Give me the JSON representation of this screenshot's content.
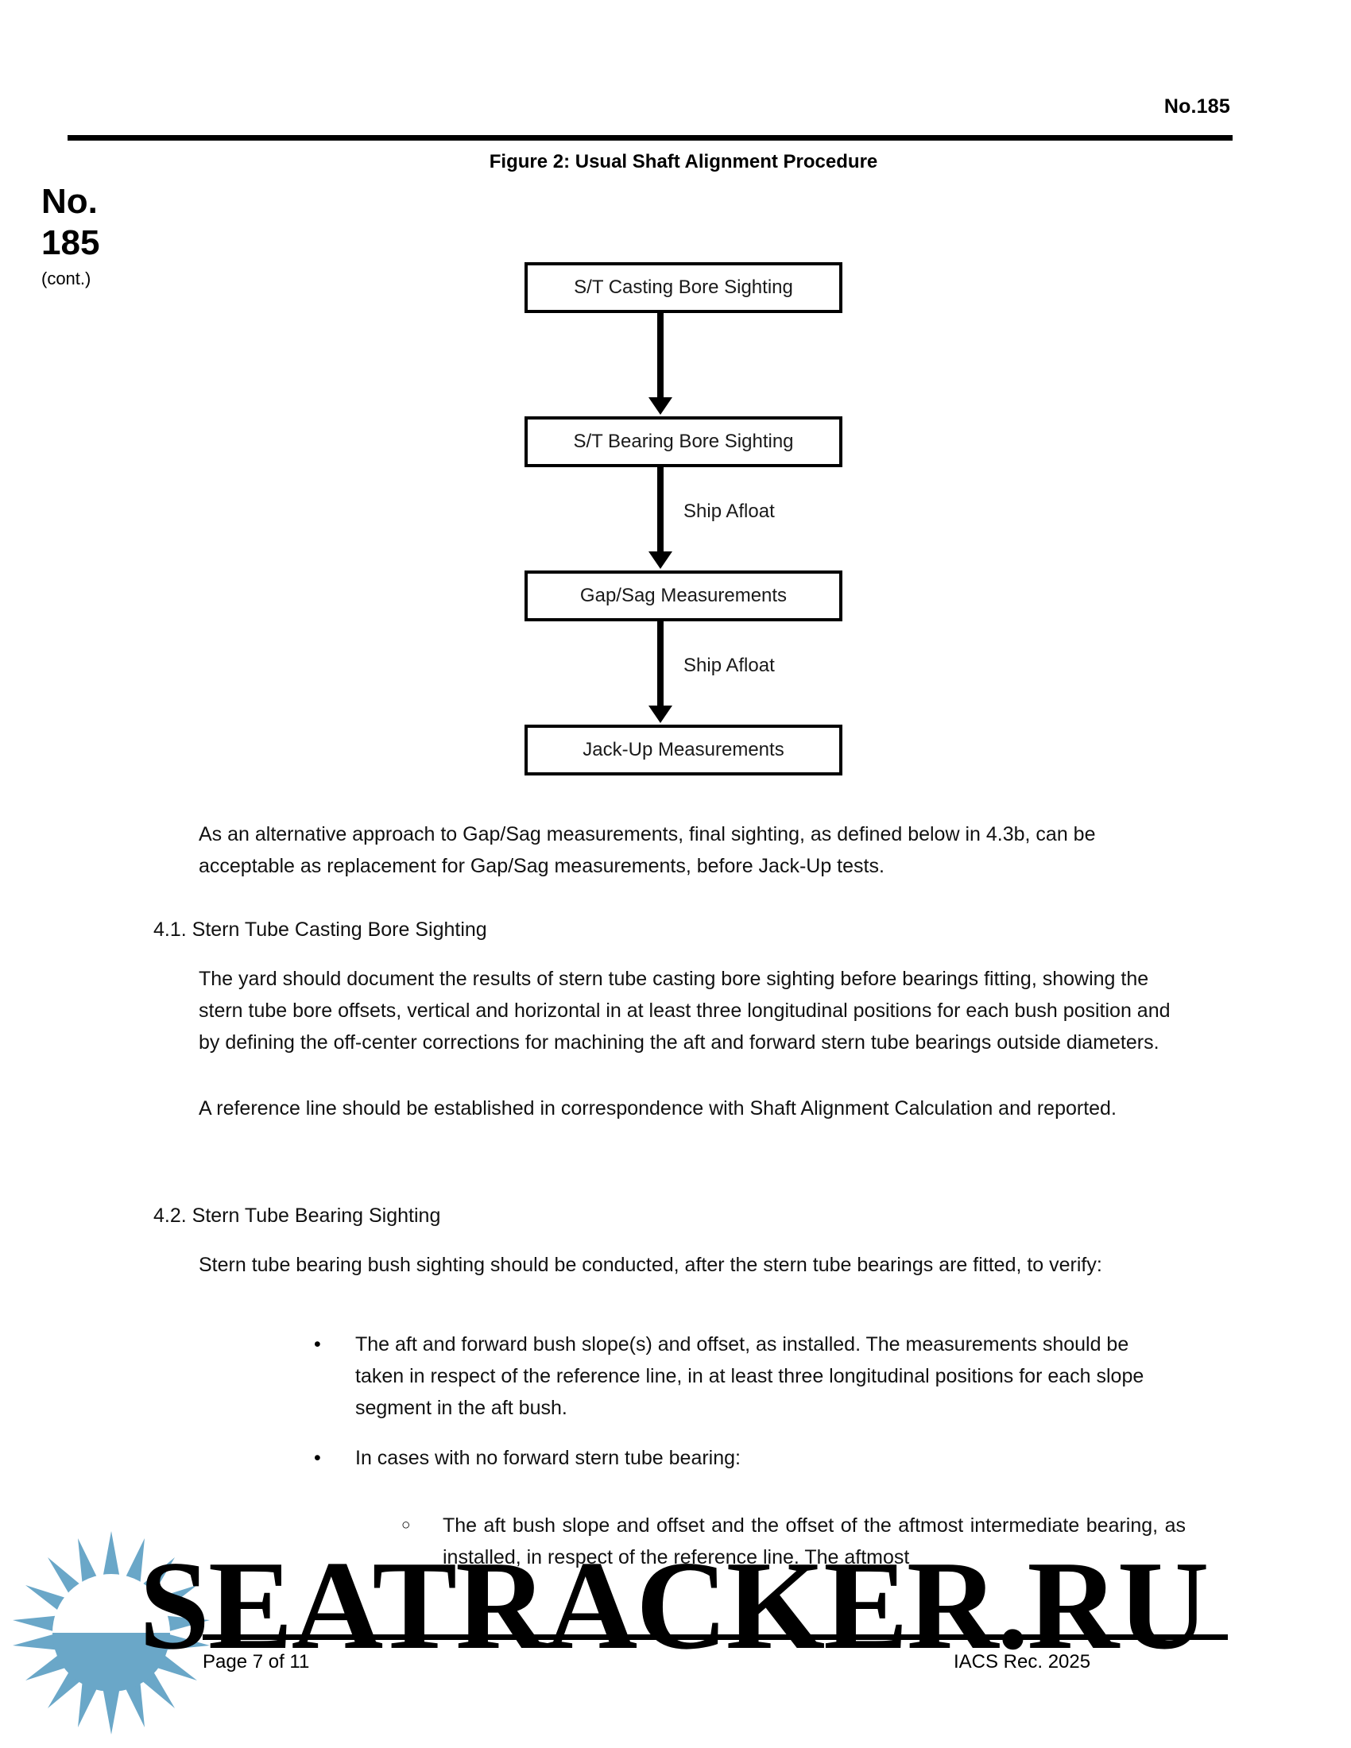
{
  "header": {
    "doc_number": "No.185"
  },
  "sidebar": {
    "line1": "No.",
    "line2": "185",
    "cont": "(cont.)"
  },
  "figure": {
    "caption": "Figure 2: Usual Shaft Alignment Procedure",
    "boxes": [
      "S/T Casting Bore Sighting",
      "S/T Bearing Bore Sighting",
      "Gap/Sag Measurements",
      "Jack-Up Measurements"
    ],
    "arrow_labels": [
      "",
      "Ship Afloat",
      "Ship Afloat"
    ]
  },
  "body": {
    "intro_para": "As an alternative approach to Gap/Sag measurements, final sighting, as defined below in 4.3b, can be acceptable as replacement for Gap/Sag measurements, before Jack-Up tests.",
    "section_41_heading": "4.1. Stern Tube Casting Bore Sighting",
    "section_41_para1": "The yard should document the results of stern tube casting bore sighting before bearings fitting, showing the stern tube bore offsets, vertical and horizontal in at least three longitudinal positions for each bush position and by defining the off-center corrections for machining the aft and forward stern tube bearings outside diameters.",
    "section_41_para2": "A reference line should be established in correspondence with Shaft Alignment Calculation and reported.",
    "section_42_heading": "4.2. Stern Tube Bearing Sighting",
    "section_42_para1": "Stern tube bearing bush sighting should be conducted, after the stern tube bearings are fitted, to verify:",
    "bullet1_mark": "•",
    "bullet1_text": "The aft and forward bush slope(s) and offset, as installed. The measurements should be taken in respect of the reference line, in at least three longitudinal positions for each slope segment in the aft bush.",
    "bullet2_mark": "•",
    "bullet2_text": "In cases with no forward stern tube bearing:",
    "subbullet1_mark": "○",
    "subbullet1_text": "The aft bush slope and offset and the offset of the aftmost intermediate bearing, as installed, in respect of the reference line. The aftmost"
  },
  "footer": {
    "page_label": "Page 7 of 11",
    "rec_label": "IACS Rec. 2025"
  },
  "watermark": {
    "text": "SEATRACKER.RU",
    "color": "#6aa7c8"
  }
}
